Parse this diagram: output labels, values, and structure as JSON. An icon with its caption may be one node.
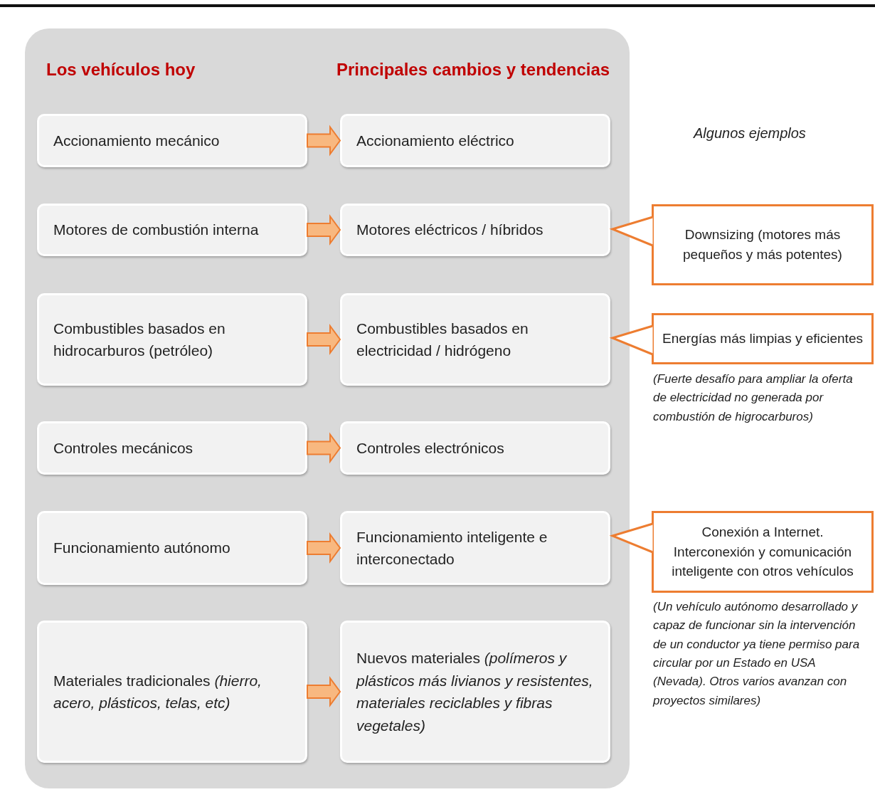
{
  "diagram": {
    "nodes": [
      {
        "text": [
          "Los vehículos hoy",
          "Principales cambios y tendencias"
        ]
      },
      {
        "text": [
          "Accionamiento mecánico"
        ],
        "in": 0
      },
      {
        "text": [
          "Accionamiento eléctrico"
        ],
        "in": 0
      },
      {
        "text": [
          "Motores de combustión interna"
        ],
        "in": 0
      },
      {
        "text": [
          "Motores eléctricos / híbridos"
        ],
        "in": 0
      },
      {
        "text": [
          "Combustibles basados en hidrocarburos (petróleo)"
        ],
        "in": 0
      },
      {
        "text": [
          "Combustibles basados en electricidad  / hidrógeno"
        ],
        "in": 0
      },
      {
        "text": [
          "Controles mecánicos"
        ],
        "in": 0
      },
      {
        "text": [
          "Controles electrónicos"
        ],
        "in": 0
      },
      {
        "text": [
          "Funcionamiento autónomo"
        ],
        "in": 0
      },
      {
        "text": [
          "Funcionamiento inteligente e interconectado"
        ],
        "in": 0
      },
      {
        "text": [
          "Materiales tradicionales *(hierro, acero, plásticos, telas, etc)*"
        ],
        "in": 0
      },
      {
        "text": [
          "Nuevos materiales *(polímeros y plásticos más livianos y resistentes, materiales reciclables y fibras vegetales)*"
        ],
        "in": 0
      },
      {
        "text": [
          "Downsizing (motores más pequeños y más potentes)"
        ]
      },
      {
        "text": [
          "Energías más limpias y eficientes"
        ],
        "beside": [
          "(Fuerte desafío para ampliar la oferta de electricidad no generada por combustión de higrocarburos)"
        ]
      },
      {
        "text": [
          "Conexión a Internet. Interconexión y comunicación inteligente con otros vehículos"
        ],
        "beside": [
          "(Un vehículo autónomo desarrollado y capaz de funcionar sin la intervención de un conductor ya tiene permiso para circular por un Estado en USA (Nevada). Otros varios avanzan con proyectos similares)"
        ]
      }
    ],
    "edges": [
      {
        "from": 1,
        "to": 2,
        "arrow": "to"
      },
      {
        "from": 3,
        "to": 4,
        "arrow": "to"
      },
      {
        "from": 5,
        "to": 6,
        "arrow": "to"
      },
      {
        "from": 7,
        "to": 8,
        "arrow": "to"
      },
      {
        "from": 9,
        "to": 10,
        "arrow": "to"
      },
      {
        "from": 11,
        "to": 12,
        "arrow": "to"
      },
      {
        "from": 13,
        "to": 4,
        "arrow": "to"
      },
      {
        "from": 14,
        "to": 6,
        "arrow": "to"
      },
      {
        "from": 15,
        "to": 10,
        "arrow": "to"
      }
    ],
    "labels": [
      "Algunos ejemplos"
    ]
  }
}
